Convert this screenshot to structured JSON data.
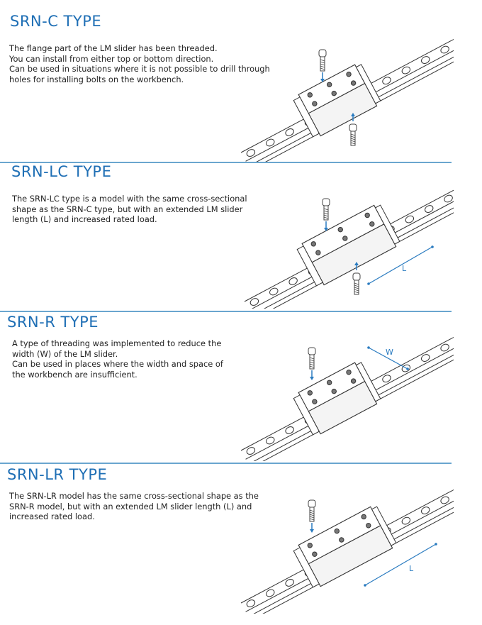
{
  "sections": [
    {
      "title": "SRN-C TYPE",
      "lines": [
        "The flange part of the LM slider has been threaded.",
        "You can install from either top or bottom direction.",
        "Can be used in situations where it is not possible to drill through",
        "holes for installing bolts on the workbench."
      ]
    },
    {
      "title": "SRN-LC TYPE",
      "lines": [
        "The SRN-LC type is a model with the same cross-sectional",
        "shape as the SRN-C type, but with an extended LM slider",
        "length (L) and increased rated load."
      ],
      "dimension_label": "L"
    },
    {
      "title": "SRN-R TYPE",
      "lines": [
        "A type of threading was implemented to reduce the",
        "width (W) of the LM slider.",
        "Can be used in places where the width and space of",
        "the workbench are insufficient."
      ],
      "dimension_label": "W"
    },
    {
      "title": "SRN-LR TYPE",
      "lines": [
        "The SRN-LR model has the same cross-sectional shape as the",
        "SRN-R model, but with an extended LM slider length (L) and",
        "increased rated load."
      ],
      "dimension_label": "L"
    }
  ],
  "colors": {
    "accent": "#1f6fb5",
    "rule": "#6aa6cf",
    "arrow": "#2a7bc0"
  }
}
